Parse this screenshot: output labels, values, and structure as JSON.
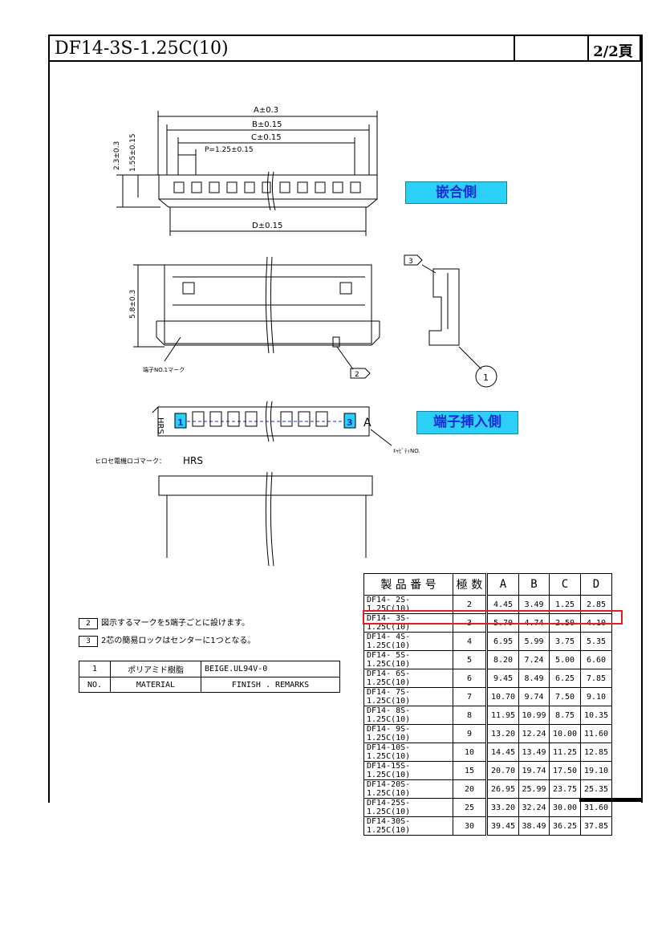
{
  "header": {
    "title": "DF14-3S-1.25C(10)",
    "page": "2/2頁"
  },
  "drawing": {
    "dim_A": "A±0.3",
    "dim_B": "B±0.15",
    "dim_C": "C±0.15",
    "dim_P": "P=1.25±0.15",
    "dim_D": "D±0.15",
    "dim_h1": "2.3±0.3",
    "dim_h2": "1.55±0.15",
    "dim_h3": "5.8±0.3",
    "mating_side": "嵌合側",
    "terminal_side": "端子挿入側",
    "term_no1_mark": "端子NO.1マーク",
    "cavity_no": "ｷｬﾋﾞﾃｨNO.",
    "logo_mark_label": "ヒロセ電機ロゴマーク：",
    "logo": "HRS",
    "cav_first": "1",
    "cav_last": "3",
    "col_A": "A",
    "callout_1": "1",
    "callout_2": "2",
    "callout_3": "3"
  },
  "notes": [
    {
      "num": "2",
      "text": "図示するマークを5端子ごとに設けます。"
    },
    {
      "num": "3",
      "text": "2芯の簡易ロックはセンターに1つとなる。"
    }
  ],
  "material_table": {
    "row": {
      "no": "1",
      "material": "ポリアミド樹脂",
      "finish": "BEIGE.UL94V-0"
    },
    "header": {
      "no": "NO.",
      "material": "MATERIAL",
      "finish": "FINISH . REMARKS"
    }
  },
  "dim_table": {
    "headers": [
      "製 品 番 号",
      "極 数",
      "A",
      "B",
      "C",
      "D"
    ],
    "rows": [
      [
        "DF14- 2S-1.25C(10)",
        "2",
        "4.45",
        "3.49",
        "1.25",
        "2.85"
      ],
      [
        "DF14- 3S-1.25C(10)",
        "3",
        "5.70",
        "4.74",
        "2.50",
        "4.10"
      ],
      [
        "DF14- 4S-1.25C(10)",
        "4",
        "6.95",
        "5.99",
        "3.75",
        "5.35"
      ],
      [
        "DF14- 5S-1.25C(10)",
        "5",
        "8.20",
        "7.24",
        "5.00",
        "6.60"
      ],
      [
        "DF14- 6S-1.25C(10)",
        "6",
        "9.45",
        "8.49",
        "6.25",
        "7.85"
      ],
      [
        "DF14- 7S-1.25C(10)",
        "7",
        "10.70",
        "9.74",
        "7.50",
        "9.10"
      ],
      [
        "DF14- 8S-1.25C(10)",
        "8",
        "11.95",
        "10.99",
        "8.75",
        "10.35"
      ],
      [
        "DF14- 9S-1.25C(10)",
        "9",
        "13.20",
        "12.24",
        "10.00",
        "11.60"
      ],
      [
        "DF14-10S-1.25C(10)",
        "10",
        "14.45",
        "13.49",
        "11.25",
        "12.85"
      ],
      [
        "DF14-15S-1.25C(10)",
        "15",
        "20.70",
        "19.74",
        "17.50",
        "19.10"
      ],
      [
        "DF14-20S-1.25C(10)",
        "20",
        "26.95",
        "25.99",
        "23.75",
        "25.35"
      ],
      [
        "DF14-25S-1.25C(10)",
        "25",
        "33.20",
        "32.24",
        "30.00",
        "31.60"
      ],
      [
        "DF14-30S-1.25C(10)",
        "30",
        "39.45",
        "38.49",
        "36.25",
        "37.85"
      ]
    ],
    "highlight_color": "#e02020"
  }
}
